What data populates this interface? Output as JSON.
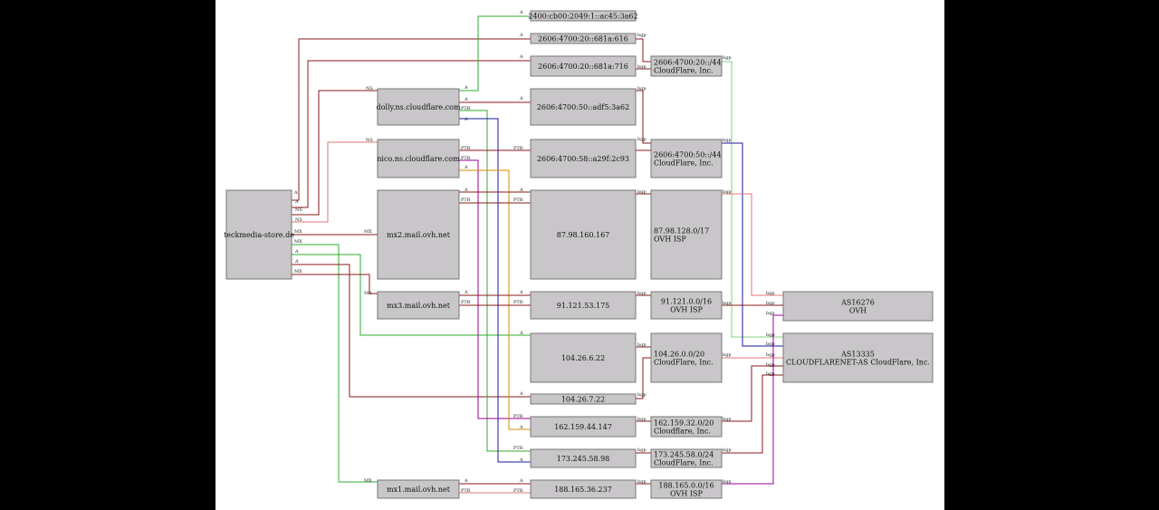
{
  "colors": {
    "dark_red": "#8b1a1a",
    "light_red": "#e07575",
    "green": "#2cae2c",
    "light_green": "#7fd47f",
    "blue": "#1a1a9a",
    "purple": "#990099",
    "orange": "#d98b00",
    "node_fill": "#c8c6c8"
  },
  "nodes": {
    "domain": {
      "lines": [
        "teckmedia-store.de"
      ]
    },
    "dolly": {
      "lines": [
        "dolly.ns.cloudflare.com"
      ]
    },
    "nico": {
      "lines": [
        "nico.ns.cloudflare.com"
      ]
    },
    "mx2": {
      "lines": [
        "mx2.mail.ovh.net"
      ]
    },
    "mx3": {
      "lines": [
        "mx3.mail.ovh.net"
      ]
    },
    "mx1": {
      "lines": [
        "mx1.mail.ovh.net"
      ]
    },
    "v6a": {
      "lines": [
        "2400:cb00:2049:1::ac45:3a62"
      ]
    },
    "v6b": {
      "lines": [
        "2606:4700:20::681a:616"
      ]
    },
    "v6c": {
      "lines": [
        "2606:4700:20::681a:716"
      ]
    },
    "v6d": {
      "lines": [
        "2606:4700:50::adf5:3a62"
      ]
    },
    "v6e": {
      "lines": [
        "2606:4700:58::a29f:2c93"
      ]
    },
    "ip1": {
      "lines": [
        "87.98.160.167"
      ]
    },
    "ip2": {
      "lines": [
        "91.121.53.175"
      ]
    },
    "ip3": {
      "lines": [
        "104.26.6.22"
      ]
    },
    "ip4": {
      "lines": [
        "104.26.7.22"
      ]
    },
    "ip5": {
      "lines": [
        "162.159.44.147"
      ]
    },
    "ip6": {
      "lines": [
        "173.245.58.98"
      ]
    },
    "ip7": {
      "lines": [
        "188.165.36.237"
      ]
    },
    "pfx1": {
      "lines": [
        "2606:4700:20::/44",
        "CloudFlare, Inc."
      ]
    },
    "pfx2": {
      "lines": [
        "2606:4700:50::/44",
        "CloudFlare, Inc."
      ]
    },
    "pfx3": {
      "lines": [
        "87.98.128.0/17",
        "OVH ISP"
      ]
    },
    "pfx4": {
      "lines": [
        "91.121.0.0/16",
        "OVH ISP"
      ]
    },
    "pfx5": {
      "lines": [
        "104.26.0.0/20",
        "CloudFlare, Inc."
      ]
    },
    "pfx6": {
      "lines": [
        "162.159.32.0/20",
        "Cloudflare, Inc."
      ]
    },
    "pfx7": {
      "lines": [
        "173.245.58.0/24",
        "CloudFlare, Inc."
      ]
    },
    "pfx8": {
      "lines": [
        "188.165.0.0/16",
        "OVH ISP"
      ]
    },
    "as1": {
      "lines": [
        "AS16276",
        "OVH"
      ]
    },
    "as2": {
      "lines": [
        "AS13335",
        "CLOUDFLARENET-AS CloudFlare, Inc."
      ]
    }
  },
  "edge_labels": {
    "a": "A",
    "ns": "NS",
    "mx": "MX",
    "ptr": "PTR",
    "bgp": "bgp"
  }
}
